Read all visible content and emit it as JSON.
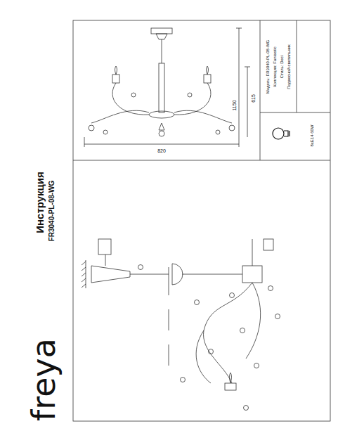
{
  "diagram": {
    "labels": [
      "freya",
      "Инструкция",
      "FR3040-PL-08-WG",
      "820",
      "1150",
      "615",
      "Модель: FR3040-PL-08-WG",
      "Коллекция: Fantastic",
      "Стиль: Deci",
      "Подвесной светильник",
      "8xE14 60W"
    ]
  }
}
